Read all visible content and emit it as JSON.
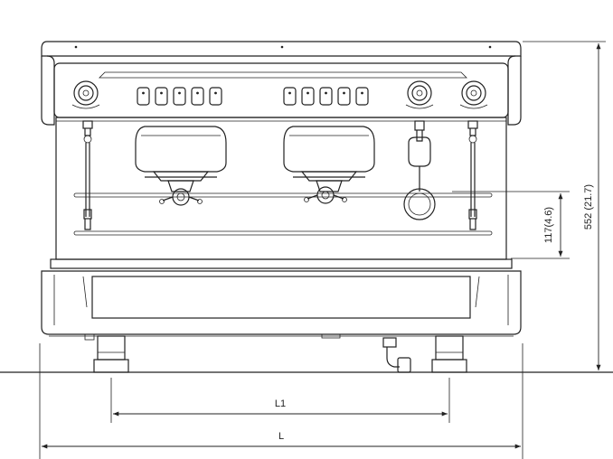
{
  "dimensions": {
    "total_length": "L",
    "foot_spacing": "L1",
    "total_height": "552 (21.7)",
    "cup_clearance": "117(4.6)"
  },
  "colors": {
    "line": "#222222",
    "background": "#ffffff"
  }
}
